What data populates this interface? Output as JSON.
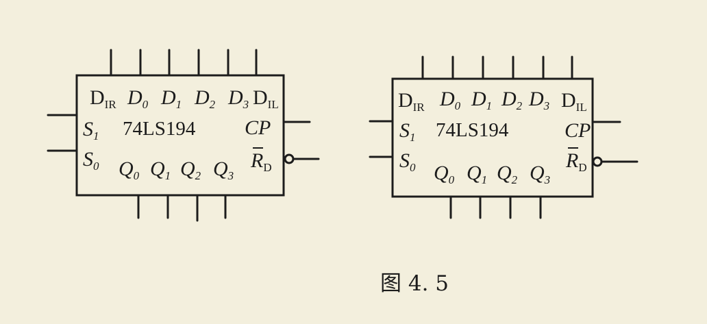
{
  "chips": [
    {
      "top": {
        "dir": "D",
        "dir_sub": "IR",
        "d0": "D",
        "d0_sub": "0",
        "d1": "D",
        "d1_sub": "1",
        "d2": "D",
        "d2_sub": "2",
        "d3": "D",
        "d3_sub": "3",
        "dil": "D",
        "dil_sub": "IL"
      },
      "s1": "S",
      "s1_sub": "1",
      "s0": "S",
      "s0_sub": "0",
      "name": "74LS194",
      "cp": "CP",
      "rd": "R",
      "rd_sub": "D",
      "q0": "Q",
      "q0_sub": "0",
      "q1": "Q",
      "q1_sub": "1",
      "q2": "Q",
      "q2_sub": "2",
      "q3": "Q",
      "q3_sub": "3"
    },
    {
      "top": {
        "dir": "D",
        "dir_sub": "IR",
        "d0": "D",
        "d0_sub": "0",
        "d1": "D",
        "d1_sub": "1",
        "d2": "D",
        "d2_sub": "2",
        "d3": "D",
        "d3_sub": "3",
        "dil": "D",
        "dil_sub": "IL"
      },
      "s1": "S",
      "s1_sub": "1",
      "s0": "S",
      "s0_sub": "0",
      "name": "74LS194",
      "cp": "CP",
      "rd": "R",
      "rd_sub": "D",
      "q0": "Q",
      "q0_sub": "0",
      "q1": "Q",
      "q1_sub": "1",
      "q2": "Q",
      "q2_sub": "2",
      "q3": "Q",
      "q3_sub": "3"
    }
  ],
  "caption": "图 4. 5",
  "colors": {
    "ink": "#1c1c1c",
    "paper": "#f3efdd"
  }
}
